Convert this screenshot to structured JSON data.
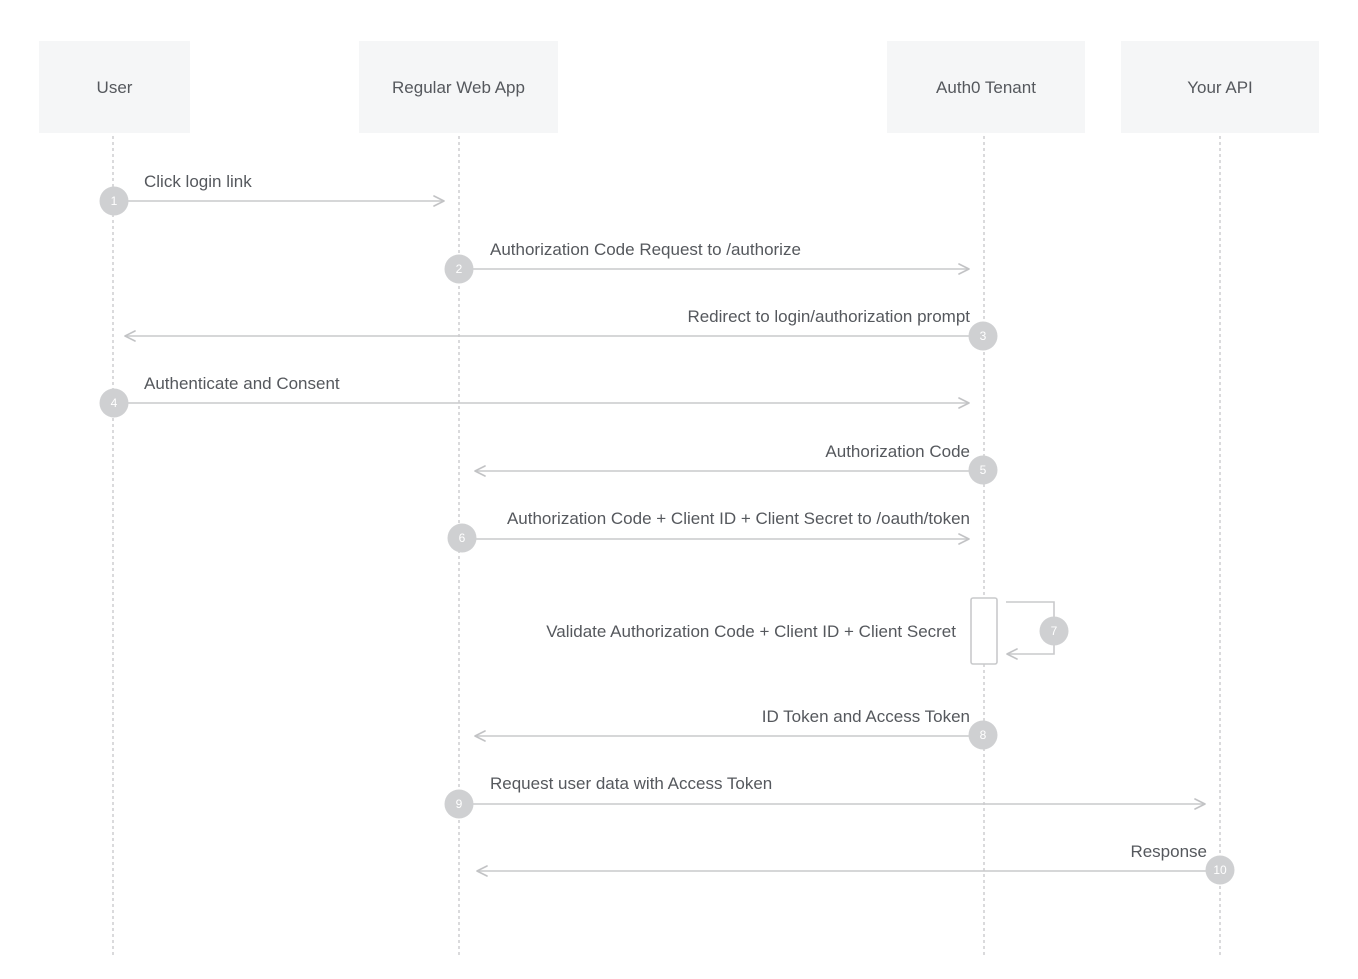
{
  "actors": [
    {
      "id": "user",
      "label": "User"
    },
    {
      "id": "webapp",
      "label": "Regular Web App"
    },
    {
      "id": "tenant",
      "label": "Auth0 Tenant"
    },
    {
      "id": "api",
      "label": "Your API"
    }
  ],
  "steps": [
    {
      "num": "1",
      "from": "user",
      "to": "webapp",
      "label": "Click login link"
    },
    {
      "num": "2",
      "from": "webapp",
      "to": "tenant",
      "label": "Authorization Code Request to /authorize"
    },
    {
      "num": "3",
      "from": "tenant",
      "to": "user",
      "label": "Redirect to login/authorization prompt"
    },
    {
      "num": "4",
      "from": "user",
      "to": "tenant",
      "label": "Authenticate and Consent"
    },
    {
      "num": "5",
      "from": "tenant",
      "to": "webapp",
      "label": "Authorization Code"
    },
    {
      "num": "6",
      "from": "webapp",
      "to": "tenant",
      "label": "Authorization Code + Client ID + Client Secret to /oauth/token"
    },
    {
      "num": "7",
      "from": "tenant",
      "to": "tenant",
      "label": "Validate Authorization Code + Client ID + Client Secret"
    },
    {
      "num": "8",
      "from": "tenant",
      "to": "webapp",
      "label": "ID Token and Access Token"
    },
    {
      "num": "9",
      "from": "webapp",
      "to": "api",
      "label": "Request user data with Access Token"
    },
    {
      "num": "10",
      "from": "api",
      "to": "webapp",
      "label": "Response"
    }
  ],
  "colors": {
    "actor_box": "#f5f6f7",
    "lifeline": "#c6c7c9",
    "arrow": "#c9cacc",
    "badge": "#cfd0d2",
    "text": "#55585d"
  }
}
